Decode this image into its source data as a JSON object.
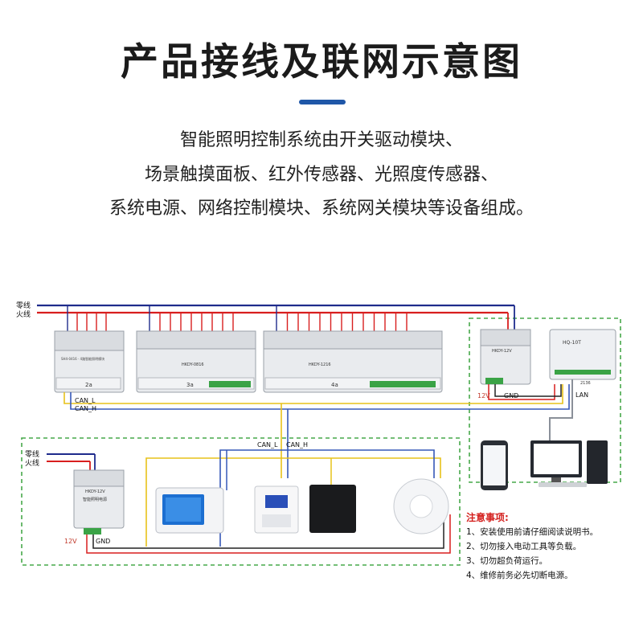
{
  "header": {
    "title": "产品接线及联网示意图",
    "description": [
      "智能照明控制系统由开关驱动模块、",
      "场景触摸面板、红外传感器、光照度传感器、",
      "系统电源、网络控制模块、系统网关模块等设备组成。"
    ]
  },
  "wires": {
    "neutral_top": "零线",
    "live_top": "火线",
    "neutral_bottom": "零线",
    "live_bottom": "火线",
    "can_l": "CAN_L",
    "can_h": "CAN_H",
    "can_l_2": "CAN_L",
    "can_h_2": "CAN_H",
    "v12_top": "12V",
    "gnd_top": "GND",
    "v12_bottom": "12V",
    "gnd_bottom": "GND",
    "lan": "LAN"
  },
  "devices": {
    "module_a_id": "2a",
    "module_b_model": "HKDY-0816",
    "module_b_id": "3a",
    "module_c_model": "HKDY-1216",
    "module_c_id": "4a",
    "power_top_model": "HKDY-12V",
    "power_bottom_model": "HKDY-12V",
    "power_bottom_name": "智能照明电源",
    "gateway_model": "HQ-10T",
    "gateway_num": "2136"
  },
  "notice": {
    "title": "注意事项:",
    "items": [
      "1、安装使用前请仔细阅读说明书。",
      "2、切勿接入电动工具等负载。",
      "3、切勿超负荷运行。",
      "4、维修前务必先切断电源。"
    ]
  },
  "colors": {
    "accent_blue": "#1f57a8",
    "neutral_wire": "#1e2b8c",
    "live_wire": "#d81e1e",
    "can_l_wire": "#e7c21a",
    "can_h_wire": "#3658b8",
    "gnd_wire": "#222222",
    "dashed_box": "#47a84a",
    "notice_red": "#d4201e"
  }
}
